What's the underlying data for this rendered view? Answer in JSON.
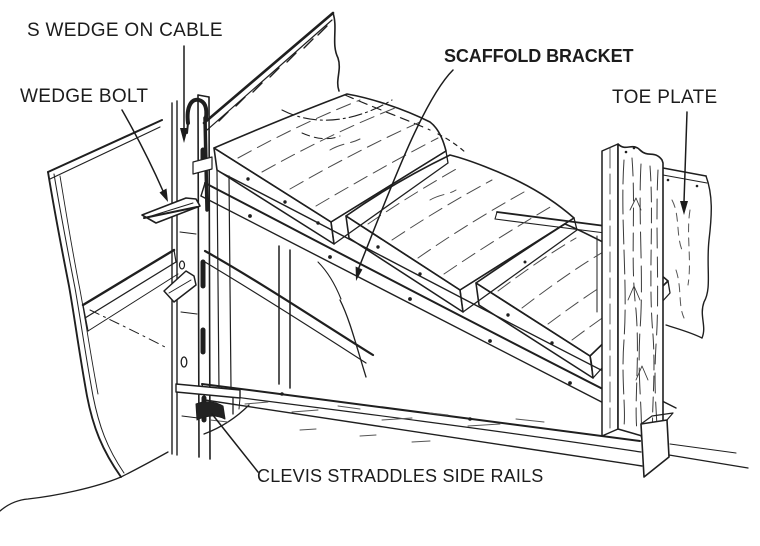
{
  "diagram": {
    "title_hint": "scaffold bracket mounted on concrete form wall",
    "style": "hand-drawn isometric technical illustration",
    "colors": {
      "ink": "#1f1f1f",
      "grain": "#4a4a4a",
      "background": "#ffffff"
    },
    "labels": {
      "s_wedge_on_cable": "S WEDGE ON CABLE",
      "wedge_bolt": "WEDGE BOLT",
      "scaffold_bracket": "SCAFFOLD BRACKET",
      "toe_plate": "TOE PLATE",
      "clevis_straddles_side_rails": "CLEVIS STRADDLES SIDE RAILS"
    }
  }
}
